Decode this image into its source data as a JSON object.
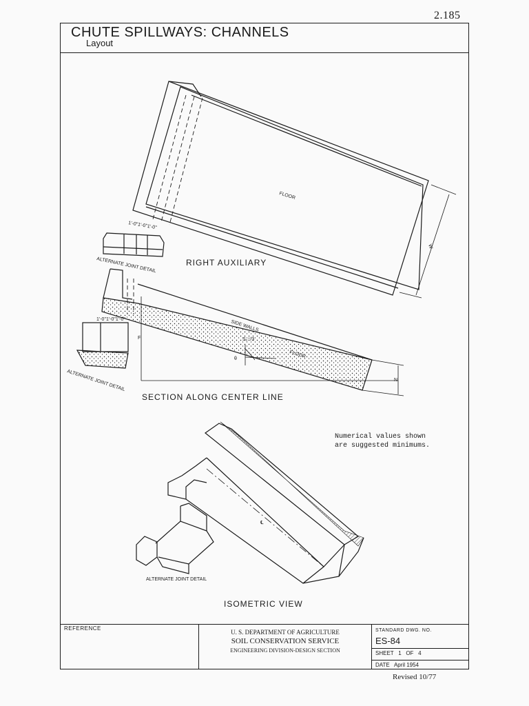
{
  "page_number": "2.185",
  "title": "CHUTE SPILLWAYS: CHANNELS",
  "subtitle": "Layout",
  "views": {
    "right_auxiliary": "RIGHT AUXILIARY",
    "section": "SECTION ALONG CENTER LINE",
    "isometric": "ISOMETRIC VIEW"
  },
  "labels": {
    "floor": "FLOOR",
    "side_walls": "SIDE WALLS",
    "floor2": "FLOOR",
    "w": "W",
    "f": "F",
    "n": "N",
    "theta": "θ",
    "slope": "S₀⁺/3",
    "cl": "℄",
    "dims_top": "1'-0\"1'-0\"1'-0\"",
    "dims_mid": "1'-0\"1'-0\"1'-0\"",
    "alt_joint_1": "ALTERNATE JOINT DETAIL",
    "alt_joint_2": "ALTERNATE JOINT DETAIL",
    "alt_joint_3": "ALTERNATE JOINT DETAIL"
  },
  "note": "Numerical values shown\nare suggested minimums.",
  "title_block": {
    "reference_label": "REFERENCE",
    "agency_line1": "U. S. DEPARTMENT OF AGRICULTURE",
    "agency_line2": "SOIL CONSERVATION SERVICE",
    "agency_line3": "ENGINEERING DIVISION-DESIGN SECTION",
    "std_dwg_label": "STANDARD DWG. NO.",
    "dwg_no": "ES-84",
    "sheet": "SHEET   1   OF   4",
    "date": "DATE   April 1954"
  },
  "revised": "Revised 10/77"
}
